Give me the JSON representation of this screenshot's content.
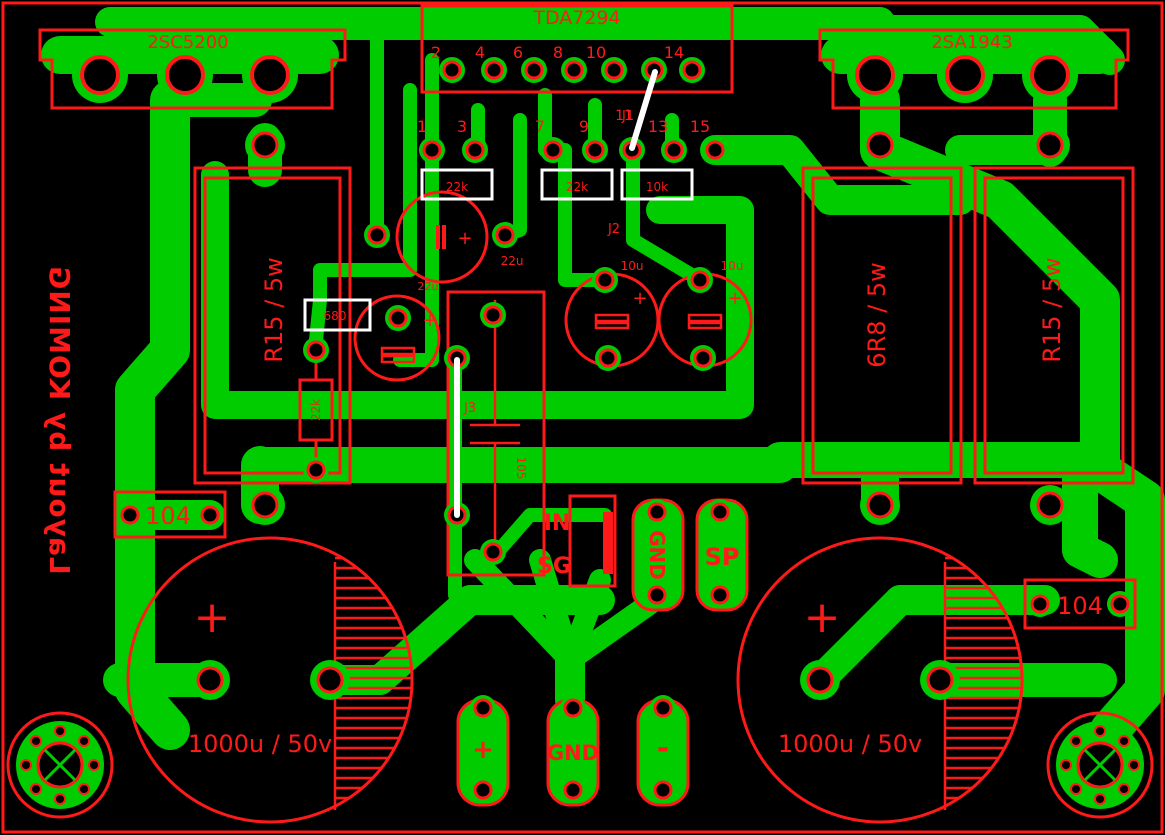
{
  "colors": {
    "background": "#000000",
    "copper": "#00cc00",
    "silkscreen": "#ff1a1a",
    "jumper": "#ffffff"
  },
  "ic": {
    "name": "TDA7294",
    "top_pins": [
      "2",
      "4",
      "6",
      "8",
      "10",
      "14"
    ],
    "bottom_pins": [
      "1",
      "3",
      "7",
      "9",
      "11",
      "13",
      "15"
    ]
  },
  "transistors": {
    "left": "2SC5200",
    "right": "2SA1943"
  },
  "resistors": {
    "left_power": "R15 / 5w",
    "mid_power": "6R8 / 5w",
    "right_power": "R15 / 5w",
    "r_22k_a": "22k",
    "r_22k_b": "22k",
    "r_10k": "10k",
    "r_680": "680",
    "r_22k_vertical": "22k"
  },
  "capacitors": {
    "c_22u_big": "22u",
    "c_22u_small": "22u",
    "c_10u_a": "10u",
    "c_10u_b": "10u",
    "c_105": "105",
    "c_104_left": "104",
    "c_104_right": "104",
    "c_1000u_left": "1000u / 50v",
    "c_1000u_right": "1000u / 50v",
    "plus_sign": "+"
  },
  "jumpers": {
    "j1": "J1",
    "j2": "J2",
    "j3": "J3"
  },
  "connectors": {
    "input": "IN",
    "signal_ground": "SG",
    "gnd_output": "GND",
    "speaker": "SP",
    "power_plus": "+",
    "power_gnd": "GND",
    "power_minus": "-"
  },
  "credit": "Layout by KOMING"
}
